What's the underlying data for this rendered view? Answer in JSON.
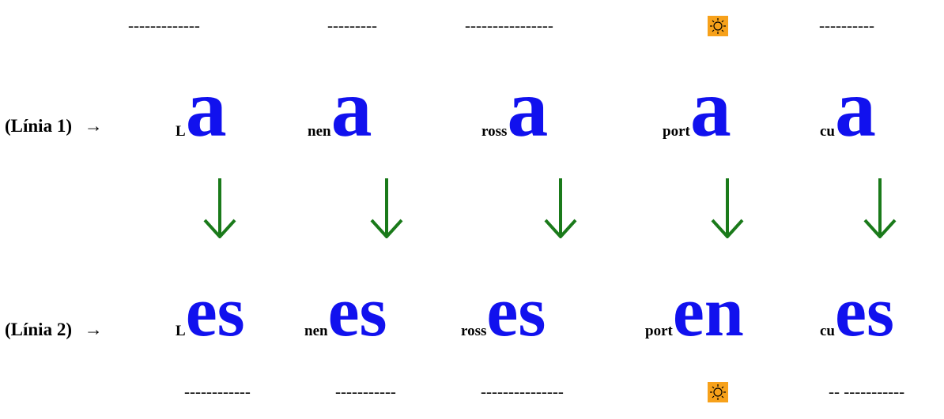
{
  "top_dashes": [
    "-------------",
    "---------",
    "----------------",
    "----------"
  ],
  "bottom_dashes": [
    "------------",
    "-----------",
    "---------------",
    "-- -----------"
  ],
  "icons": {
    "sun": "sun-icon",
    "down_arrow": "down-arrow-icon",
    "accent_sun_bg": "#f7a11a",
    "arrow_color": "#1a7a1a",
    "ending_color": "#1111ee"
  },
  "line1": {
    "label": "(Línia 1)",
    "arrow": "→",
    "words": [
      {
        "stem": "L",
        "ending": "a"
      },
      {
        "stem": "nen",
        "ending": "a"
      },
      {
        "stem": "ross",
        "ending": "a"
      },
      {
        "stem": "port",
        "ending": "a"
      },
      {
        "stem": "cu",
        "ending": "a"
      }
    ]
  },
  "line2": {
    "label": "(Línia 2)",
    "arrow": "→",
    "words": [
      {
        "stem": "L",
        "ending": "es"
      },
      {
        "stem": "nen",
        "ending": "es"
      },
      {
        "stem": "ross",
        "ending": "es"
      },
      {
        "stem": "port",
        "ending": "en"
      },
      {
        "stem": "cu",
        "ending": "es"
      }
    ]
  }
}
